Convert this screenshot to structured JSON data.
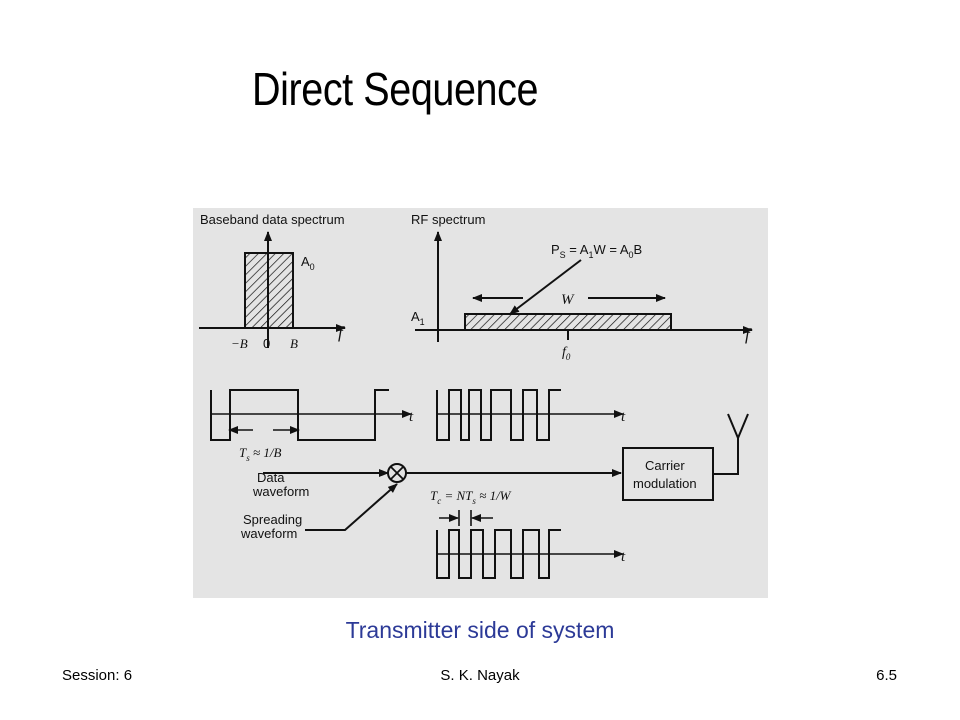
{
  "slide": {
    "title": "Direct Sequence",
    "caption": "Transmitter side of system"
  },
  "footer": {
    "session": "Session: 6",
    "author": "S. K. Nayak",
    "page": "6.5"
  },
  "diagram": {
    "baseband_label": "Baseband data spectrum",
    "baseband_amplitude": "A",
    "baseband_amplitude_sub": "0",
    "axis_f": "f",
    "tick_neg_b": "−B",
    "tick_zero": "0",
    "tick_b": "B",
    "rf_label": "RF spectrum",
    "ps_main": "P",
    "ps_sub": "S",
    "ps_mid": " = A",
    "ps_mid_sub": "1",
    "ps_w": "W = A",
    "ps_w_sub": "0",
    "ps_end": "B",
    "bandwidth": "W",
    "rf_amplitude": "A",
    "rf_amplitude_sub": "1",
    "center_freq": "f",
    "center_freq_sub": "0",
    "time_axis": "t",
    "ts_label": "T",
    "ts_sub": "s",
    "ts_rest": " ≈ 1/B",
    "data_line1": "Data",
    "data_line2": "waveform",
    "spread_line1": "Spreading",
    "spread_line2": "waveform",
    "tc_label": "T",
    "tc_sub": "c",
    "tc_rest": " = NT",
    "tc_sub2": "s",
    "tc_end": " ≈ 1/W",
    "carrier_line1": "Carrier",
    "carrier_line2": "modulation"
  }
}
